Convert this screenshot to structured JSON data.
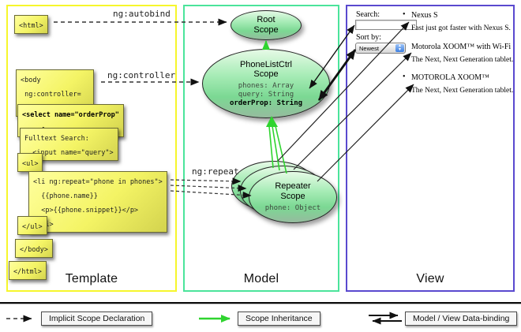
{
  "template": {
    "section_label": "Template",
    "boxes": [
      {
        "name": "html-open",
        "code": "<html>"
      },
      {
        "name": "body-open",
        "code": "<body\n ng:controller=\n \"PhoneListCtrl\">"
      },
      {
        "name": "select",
        "code": "<select name=\"orderProp\"\n  ...>"
      },
      {
        "name": "fulltext",
        "code": "Fulltext Search:\n  <input name=\"query\">"
      },
      {
        "name": "ul-open",
        "code": "<ul>"
      },
      {
        "name": "li-repeat",
        "code": "<li ng:repeat=\"phone in phones\">\n  {{phone.name}}\n  <p>{{phone.snippet}}</p>\n</li>"
      },
      {
        "name": "ul-close",
        "code": "</ul>"
      },
      {
        "name": "body-close",
        "code": "</body>"
      },
      {
        "name": "html-close",
        "code": "</html>"
      }
    ]
  },
  "model": {
    "section_label": "Model",
    "root_scope": {
      "title": "Root\nScope"
    },
    "phonelist_scope": {
      "title": "PhoneListCtrl\nScope",
      "props": [
        "phones: Array",
        "query: String"
      ],
      "bold_prop": "orderProp: String"
    },
    "repeater_scope": {
      "title": "Repeater\nScope",
      "prop": "phone: Object"
    }
  },
  "view": {
    "section_label": "View",
    "search_label": "Search:",
    "search_value": "",
    "sort_label": "Sort by:",
    "select_value": "Newest",
    "bullet": "•",
    "items": [
      {
        "title": "Nexus S",
        "desc": "Fast just got faster with Nexus S."
      },
      {
        "title": "Motorola XOOM™  with Wi-Fi",
        "desc": "The Next, Next Generation tablet."
      },
      {
        "title": "MOTOROLA XOOM™",
        "desc": "The Next, Next Generation tablet."
      }
    ]
  },
  "labels": {
    "autobind": "ng:autobind",
    "controller": "ng:controller",
    "repeat": "ng:repeat"
  },
  "legend": {
    "implicit": "Implicit Scope Declaration",
    "inheritance": "Scope Inheritance",
    "databinding": "Model / View Data-binding"
  },
  "colors": {
    "template_border": "#f6f62c",
    "model_border": "#4be49b",
    "view_border": "#5a49cf",
    "codebox_yellow": "#f4f465",
    "scope_green": "#7bd893",
    "inheritance_arrow": "#2fd42f",
    "arrow_black": "#111111",
    "stepper_blue": "#3d7fe0"
  }
}
